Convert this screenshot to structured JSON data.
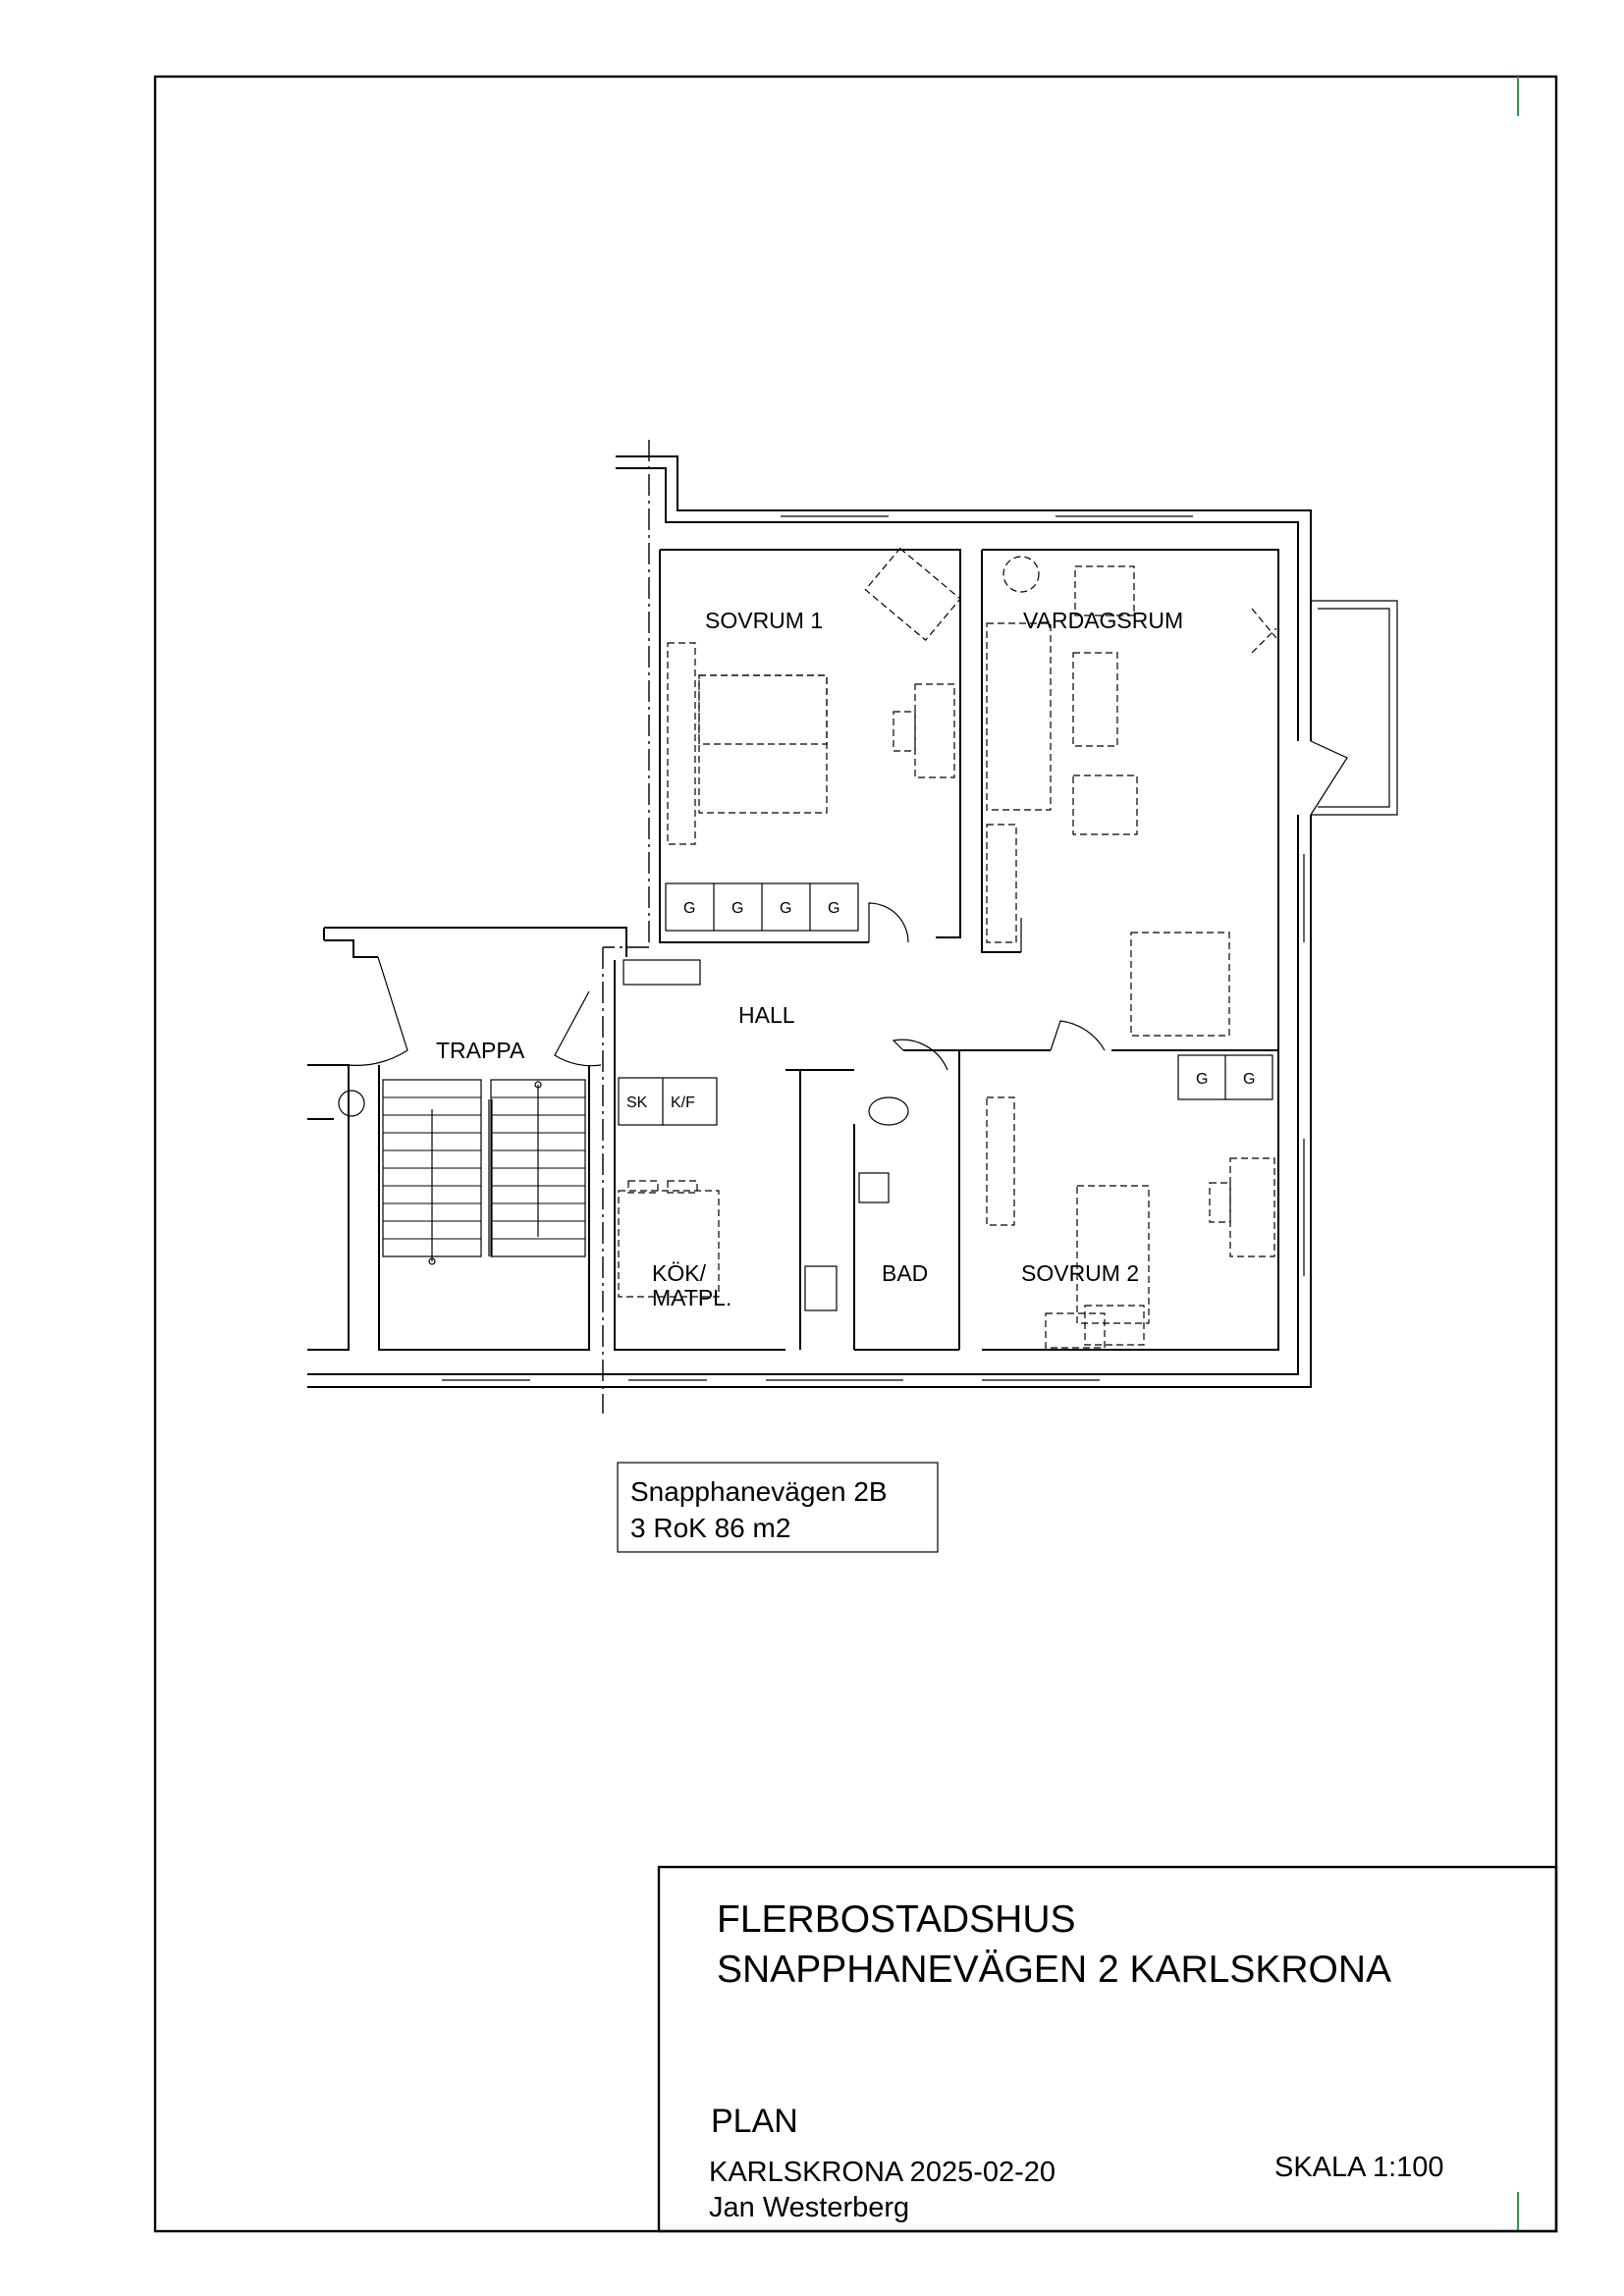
{
  "rooms": {
    "sovrum1": "SOVRUM 1",
    "vardagsrum": "VARDAGSRUM",
    "hall": "HALL",
    "trappa": "TRAPPA",
    "kok_line1": "KÖK/",
    "kok_line2": "MATPL.",
    "bad": "BAD",
    "sovrum2": "SOVRUM 2"
  },
  "fixtures": {
    "wardrobe": "G",
    "sk": "SK",
    "kf": "K/F"
  },
  "label": {
    "address": "Snapphanevägen 2B",
    "size": "3 RoK 86 m2"
  },
  "titleblock": {
    "line1": "FLERBOSTADSHUS",
    "line2": "SNAPPHANEVÄGEN 2  KARLSKRONA",
    "plan": "PLAN",
    "place_date": "KARLSKRONA 2025-02-20",
    "author": "Jan Westerberg",
    "scale": "SKALA 1:100"
  },
  "colors": {
    "lines": "#000000",
    "corner_marks": "#2e9e3e"
  }
}
